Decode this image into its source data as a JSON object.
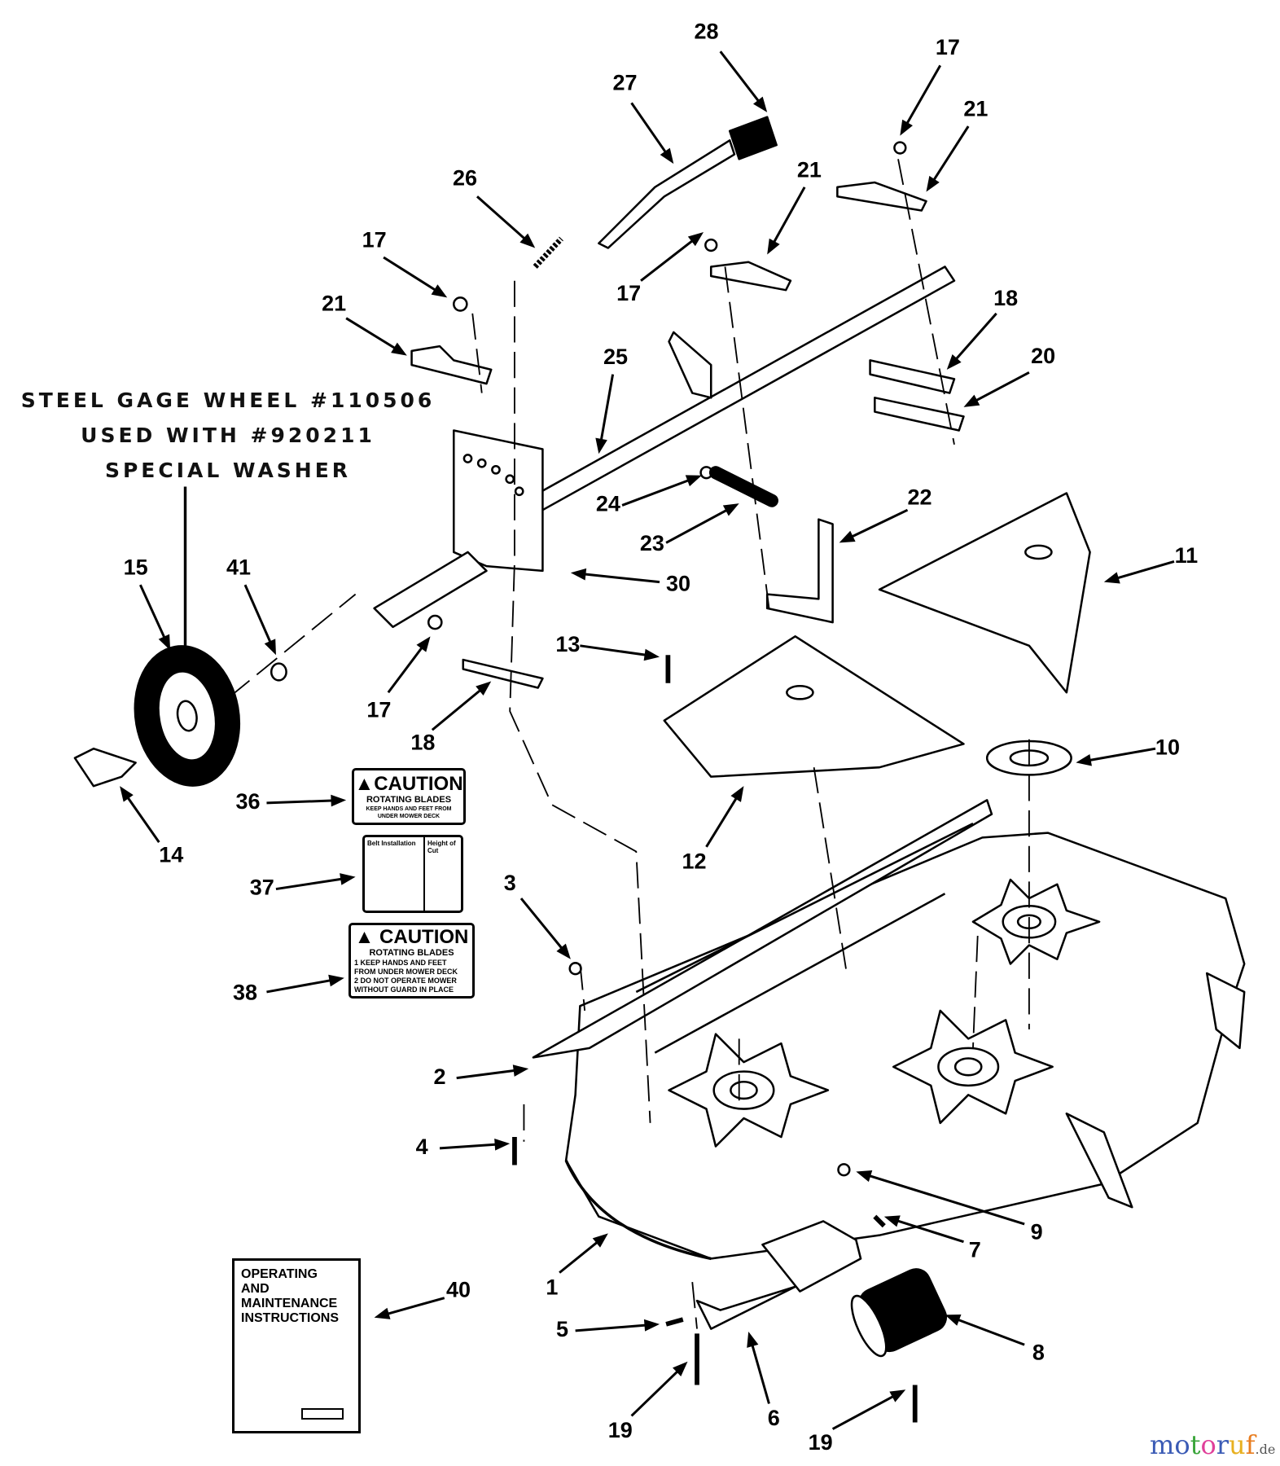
{
  "diagram": {
    "callouts": [
      "28",
      "27",
      "26",
      "17",
      "21",
      "21",
      "17",
      "17",
      "21",
      "18",
      "20",
      "25",
      "22",
      "24",
      "23",
      "30",
      "11",
      "15",
      "41",
      "13",
      "17",
      "18",
      "10",
      "36",
      "14",
      "12",
      "37",
      "3",
      "38",
      "2",
      "4",
      "9",
      "7",
      "1",
      "40",
      "8",
      "5",
      "6",
      "19",
      "19"
    ],
    "wheel_note": [
      "STEEL GAGE WHEEL #110506",
      "USED WITH #920211",
      "SPECIAL WASHER"
    ],
    "decal_36": {
      "title": "CAUTION",
      "subtitle": "ROTATING BLADES",
      "body": "KEEP HANDS AND FEET FROM UNDER MOWER DECK"
    },
    "decal_37": {
      "left_title": "Belt Installation",
      "right_title": "Height of Cut"
    },
    "decal_38": {
      "title": "CAUTION",
      "subtitle": "ROTATING BLADES",
      "line1": "1 KEEP HANDS AND FEET",
      "line2": "FROM UNDER MOWER DECK",
      "line3": "2 DO NOT OPERATE MOWER",
      "line4": "WITHOUT GUARD IN PLACE"
    },
    "manual_title": [
      "OPERATING",
      "AND",
      "MAINTENANCE",
      "INSTRUCTIONS"
    ],
    "watermark": {
      "letters": [
        "m",
        "o",
        "t",
        "o",
        "r",
        "u",
        "f"
      ],
      "suffix": ".de",
      "colors": [
        "#3b5bb5",
        "#3b5bb5",
        "#3aa53a",
        "#e0409a",
        "#3b5bb5",
        "#e8b020",
        "#e87d20"
      ]
    }
  }
}
